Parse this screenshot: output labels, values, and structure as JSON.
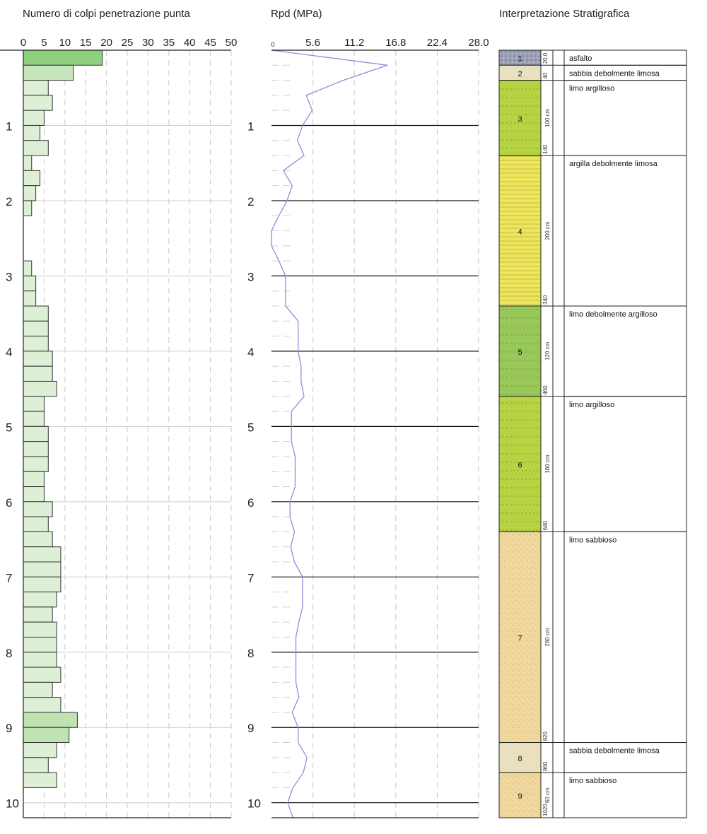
{
  "chart_data": [
    {
      "type": "bar",
      "title": "Numero di colpi penetrazione punta",
      "orientation": "horizontal",
      "x_ticks": [
        "0",
        "5",
        "10",
        "15",
        "20",
        "25",
        "30",
        "35",
        "40",
        "45",
        "50"
      ],
      "xlim": [
        0,
        50
      ],
      "y_ticks": [
        "1",
        "2",
        "3",
        "4",
        "5",
        "6",
        "7",
        "8",
        "9",
        "10"
      ],
      "ylim": [
        0,
        10.2
      ],
      "interval_m": 0.2,
      "values": [
        19,
        12,
        6,
        7,
        5,
        4,
        6,
        2,
        4,
        3,
        2,
        0,
        0,
        0,
        2,
        3,
        3,
        6,
        6,
        6,
        7,
        7,
        8,
        5,
        5,
        6,
        6,
        6,
        5,
        5,
        7,
        6,
        7,
        9,
        9,
        9,
        8,
        7,
        8,
        8,
        8,
        9,
        7,
        9,
        13,
        11,
        8,
        6,
        8
      ],
      "colors": {
        "first": "#8fd07f",
        "second": "#c7e6bb",
        "rest": "#ddf0d6",
        "high": "#bfe4b1"
      },
      "grid": "dashed"
    },
    {
      "type": "line",
      "title": "Rpd (MPa)",
      "x_ticks": [
        "0",
        "5.6",
        "11.2",
        "16.8",
        "22.4",
        "28.0"
      ],
      "xlim": [
        0,
        28.0
      ],
      "y_ticks": [
        "1",
        "2",
        "3",
        "4",
        "5",
        "6",
        "7",
        "8",
        "9",
        "10"
      ],
      "ylim": [
        0,
        10.2
      ],
      "points": [
        [
          0,
          0
        ],
        [
          15.7,
          0.2
        ],
        [
          9.7,
          0.4
        ],
        [
          4.7,
          0.6
        ],
        [
          5.5,
          0.8
        ],
        [
          4.2,
          1.0
        ],
        [
          3.5,
          1.2
        ],
        [
          4.4,
          1.4
        ],
        [
          1.6,
          1.6
        ],
        [
          2.8,
          1.8
        ],
        [
          2.1,
          2.0
        ],
        [
          1.0,
          2.2
        ],
        [
          0,
          2.4
        ],
        [
          0,
          2.6
        ],
        [
          1.0,
          2.8
        ],
        [
          1.9,
          3.0
        ],
        [
          1.9,
          3.2
        ],
        [
          1.9,
          3.4
        ],
        [
          3.6,
          3.6
        ],
        [
          3.6,
          3.8
        ],
        [
          3.6,
          4.0
        ],
        [
          4.0,
          4.2
        ],
        [
          4.0,
          4.4
        ],
        [
          4.4,
          4.6
        ],
        [
          2.7,
          4.8
        ],
        [
          2.7,
          5.0
        ],
        [
          2.7,
          5.2
        ],
        [
          3.2,
          5.4
        ],
        [
          3.2,
          5.6
        ],
        [
          3.2,
          5.8
        ],
        [
          2.5,
          6.0
        ],
        [
          2.5,
          6.2
        ],
        [
          3.1,
          6.4
        ],
        [
          2.6,
          6.6
        ],
        [
          3.1,
          6.8
        ],
        [
          4.2,
          7.0
        ],
        [
          4.2,
          7.2
        ],
        [
          4.2,
          7.4
        ],
        [
          3.7,
          7.6
        ],
        [
          3.3,
          7.8
        ],
        [
          3.3,
          8.0
        ],
        [
          3.3,
          8.2
        ],
        [
          3.3,
          8.4
        ],
        [
          3.7,
          8.6
        ],
        [
          2.8,
          8.8
        ],
        [
          3.6,
          9.0
        ],
        [
          3.6,
          9.2
        ],
        [
          4.8,
          9.4
        ],
        [
          4.3,
          9.6
        ],
        [
          2.9,
          9.8
        ],
        [
          2.2,
          10.0
        ],
        [
          2.9,
          10.2
        ]
      ],
      "line_color": "#8b8fd8",
      "grid": "dashed"
    },
    {
      "type": "table",
      "title": "Interpretazione Stratigrafica",
      "layers": [
        {
          "n": "1",
          "top": 0,
          "bottom": 20,
          "base_label": "20.0",
          "thick_label": "",
          "desc": "asfalto",
          "pattern": "gravel",
          "color": "#9aa0b5"
        },
        {
          "n": "2",
          "top": 20,
          "bottom": 40,
          "base_label": "40",
          "thick_label": "",
          "desc": "sabbia debolmente limosa",
          "pattern": "plain",
          "color": "#e8e0bf"
        },
        {
          "n": "3",
          "top": 40,
          "bottom": 140,
          "base_label": "140",
          "thick_label": "100 cm",
          "desc": "limo argilloso",
          "pattern": "silt",
          "color": "#b6d442"
        },
        {
          "n": "4",
          "top": 140,
          "bottom": 340,
          "base_label": "340",
          "thick_label": "200 cm",
          "desc": "argilla debolmente limosa",
          "pattern": "clay",
          "color": "#ede55a"
        },
        {
          "n": "5",
          "top": 340,
          "bottom": 460,
          "base_label": "460",
          "thick_label": "120 cm",
          "desc": "limo debolmente argilloso",
          "pattern": "silt",
          "color": "#98c75a"
        },
        {
          "n": "6",
          "top": 460,
          "bottom": 640,
          "base_label": "640",
          "thick_label": "180 cm",
          "desc": "limo argilloso",
          "pattern": "silt",
          "color": "#b6d442"
        },
        {
          "n": "7",
          "top": 640,
          "bottom": 920,
          "base_label": "920",
          "thick_label": "280 cm",
          "desc": "limo sabbioso",
          "pattern": "sand",
          "color": "#f1d9a0"
        },
        {
          "n": "8",
          "top": 920,
          "bottom": 960,
          "base_label": "960",
          "thick_label": "",
          "desc": "sabbia debolmente limosa",
          "pattern": "plain",
          "color": "#e8e0bf"
        },
        {
          "n": "9",
          "top": 960,
          "bottom": 1020,
          "base_label": "1020",
          "thick_label": "60 cm",
          "desc": "limo sabbioso",
          "pattern": "sand",
          "color": "#f1d9a0"
        }
      ]
    }
  ]
}
